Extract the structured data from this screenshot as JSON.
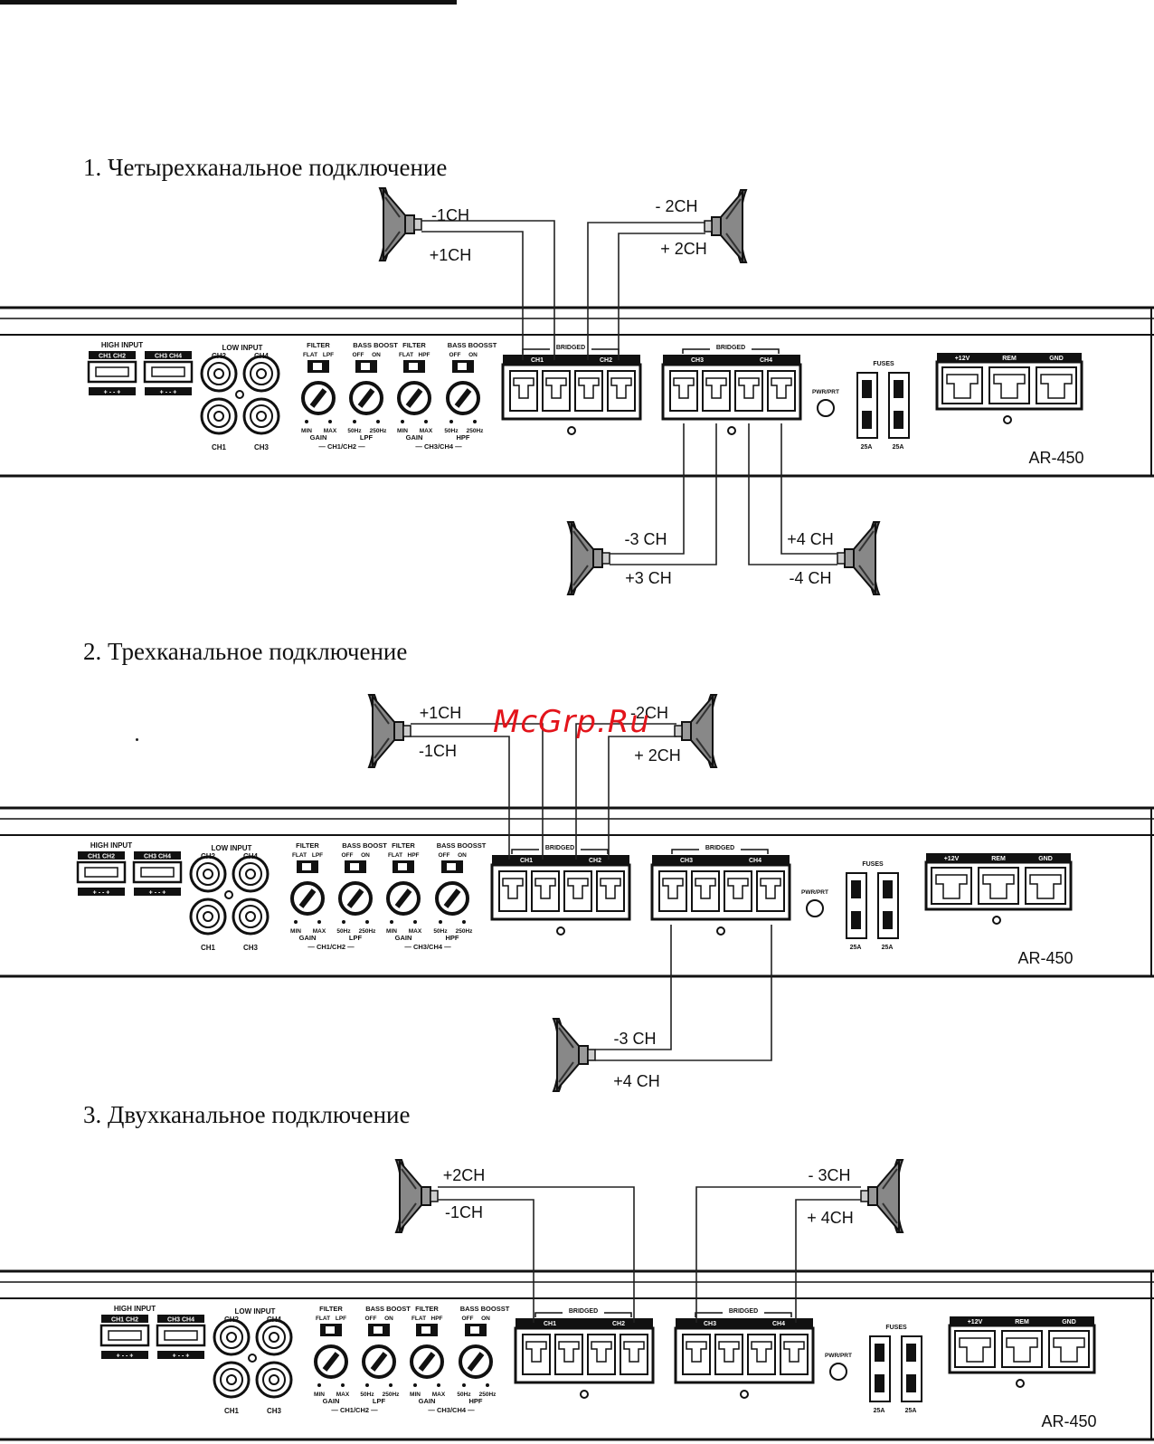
{
  "sections": [
    {
      "title": "1. Четырехканальное подключение",
      "speaker_labels": [
        "-1CH",
        "+1CH",
        "- 2CH",
        "+ 2CH",
        "-3 CH",
        "+3 CH",
        "+4 CH",
        "-4 CH"
      ]
    },
    {
      "title": "2. Трехканальное подключение",
      "speaker_labels": [
        "+1CH",
        "-1CH",
        "-2CH",
        "+ 2CH",
        "-3 CH",
        "+4 CH"
      ]
    },
    {
      "title": "3. Двухканальное подключение",
      "speaker_labels": [
        "+2CH",
        "-1CH",
        "- 3CH",
        "+ 4CH"
      ]
    }
  ],
  "amplifier": {
    "model": "AR-450",
    "high_input": "HIGH  INPUT",
    "high_channels": [
      "CH1  CH2",
      "CH3  CH4"
    ],
    "high_pins": "+ - - +",
    "low_input": "LOW  INPUT",
    "rca_labels": [
      "CH2",
      "CH4",
      "CH1",
      "CH3"
    ],
    "filter_label": "FILTER",
    "bass_boost_label": "BASS  BOOST",
    "bass_boost_label_alt": "BASS  BOOSST",
    "switch_opts": [
      "FLAT",
      "LPF",
      "OFF",
      "ON",
      "FLAT",
      "HPF",
      "OFF",
      "ON"
    ],
    "knob_scales": [
      "MIN",
      "MAX",
      "50Hz",
      "250Hz",
      "MIN",
      "MAX",
      "50Hz",
      "250Hz"
    ],
    "knob_names": [
      "GAIN",
      "LPF",
      "GAIN",
      "HPF"
    ],
    "group_labels": [
      "— CH1/CH2 —",
      "— CH3/CH4 —"
    ],
    "bridged": "BRIDGED",
    "terminal_channels": [
      "CH1",
      "CH2",
      "CH3",
      "CH4"
    ],
    "pwr_prt": "PWR/PRT",
    "fuses": "FUSES",
    "fuse_rating": "25A",
    "power_terminals": [
      "+12V",
      "REM",
      "GND"
    ]
  },
  "watermark": "McGrp.Ru"
}
